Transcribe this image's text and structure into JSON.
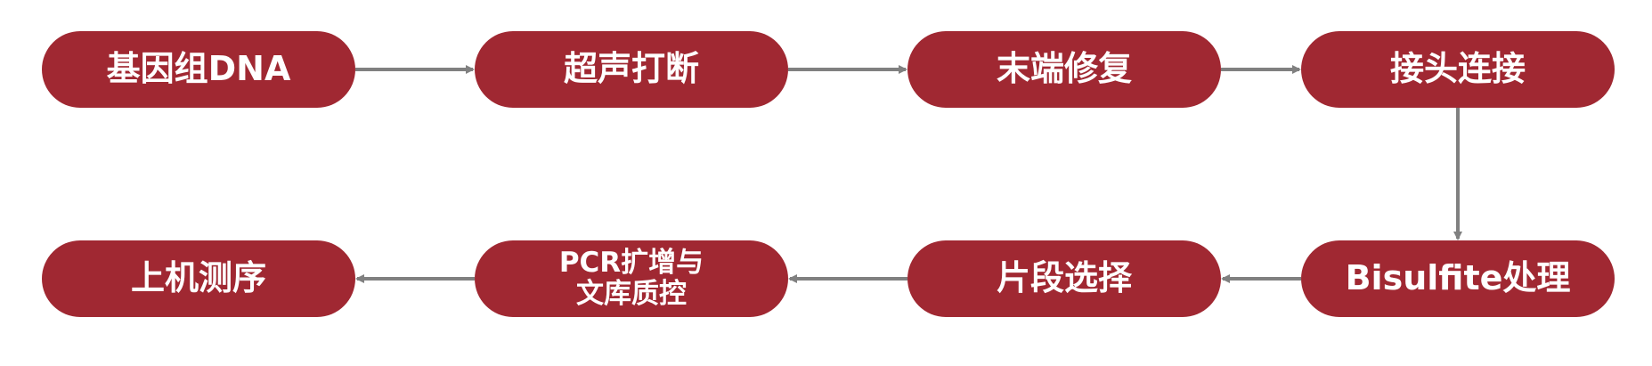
{
  "colors": {
    "node_fill": "#A02832",
    "arrow": "#808080",
    "text": "#FFFFFF"
  },
  "steps": [
    {
      "label": "基因组DNA"
    },
    {
      "label": "超声打断"
    },
    {
      "label": "末端修复"
    },
    {
      "label": "接头连接"
    },
    {
      "label": "Bisulfite处理"
    },
    {
      "label": "片段选择"
    },
    {
      "label_line1": "PCR扩增与",
      "label_line2": "文库质控"
    },
    {
      "label": "上机测序"
    }
  ]
}
